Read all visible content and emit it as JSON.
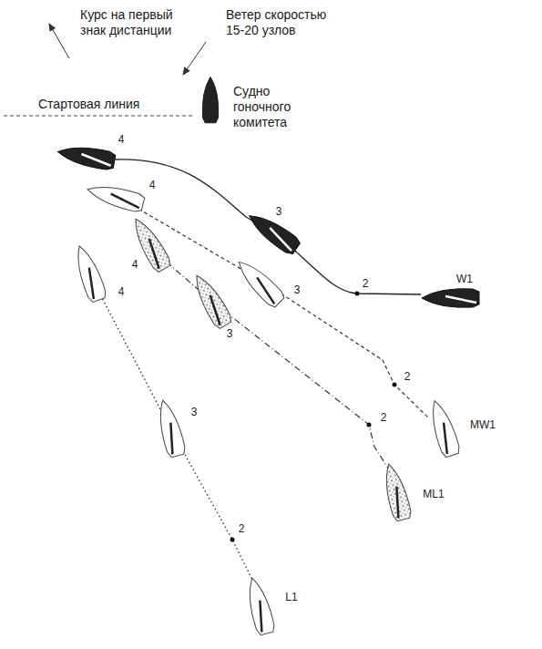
{
  "diagram": {
    "labels": [
      "Курс на первый знак дистанции",
      "Ветер скоростью 15-20 узлов",
      "Стартовая линия",
      "Судно гоночного комитета",
      "4",
      "3",
      "2",
      "W1",
      "4",
      "3",
      "2",
      "MW1",
      "4",
      "3",
      "2",
      "ML1",
      "4",
      "3",
      "2",
      "L1"
    ]
  }
}
